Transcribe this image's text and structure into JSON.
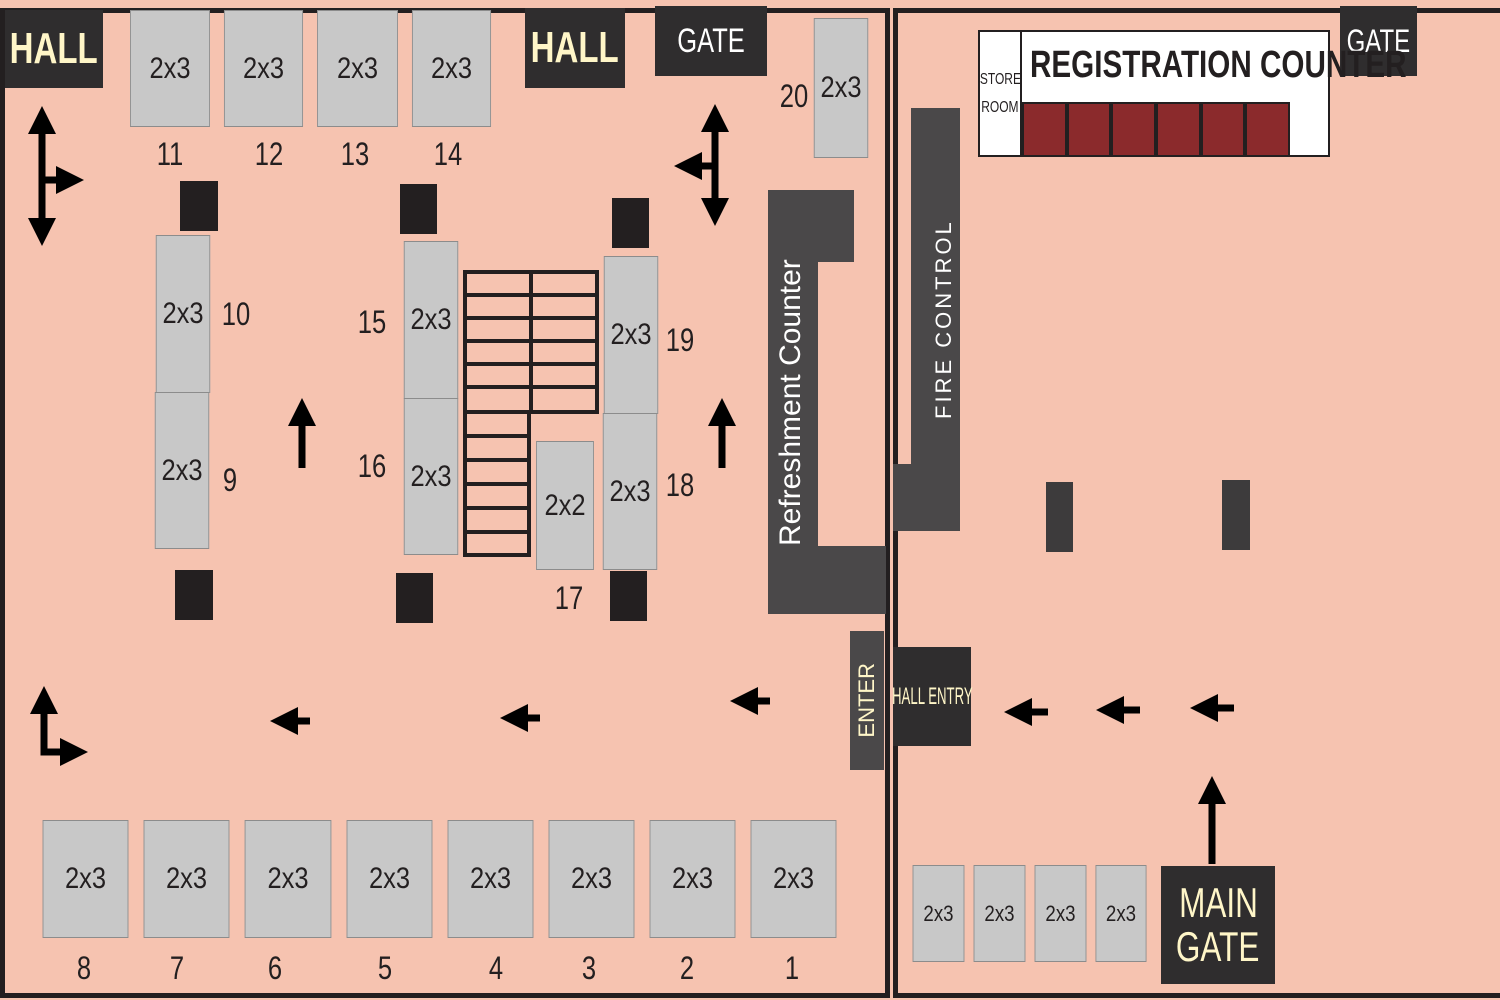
{
  "left_hall": {
    "hall_labels": [
      "HALL",
      "HALL"
    ],
    "gate_label": "GATE",
    "enter_label": "ENTER",
    "refreshment_label": "Refreshment Counter",
    "top_stalls": [
      {
        "size": "2x3",
        "number": "11"
      },
      {
        "size": "2x3",
        "number": "12"
      },
      {
        "size": "2x3",
        "number": "13"
      },
      {
        "size": "2x3",
        "number": "14"
      }
    ],
    "stall_20": {
      "size": "2x3",
      "number": "20"
    },
    "left_column": [
      {
        "size": "2x3",
        "number": "10"
      },
      {
        "size": "2x3",
        "number": "9"
      }
    ],
    "center_left_column": [
      {
        "size": "2x3",
        "number": "15"
      },
      {
        "size": "2x3",
        "number": "16"
      }
    ],
    "center_right_column": [
      {
        "size": "2x3",
        "number": "19"
      },
      {
        "size": "2x3",
        "number": "18"
      }
    ],
    "stall_17": {
      "size": "2x2",
      "number": "17"
    },
    "bottom_stalls": [
      {
        "size": "2x3",
        "number": "8"
      },
      {
        "size": "2x3",
        "number": "7"
      },
      {
        "size": "2x3",
        "number": "6"
      },
      {
        "size": "2x3",
        "number": "5"
      },
      {
        "size": "2x3",
        "number": "4"
      },
      {
        "size": "2x3",
        "number": "3"
      },
      {
        "size": "2x3",
        "number": "2"
      },
      {
        "size": "2x3",
        "number": "1"
      }
    ]
  },
  "right_area": {
    "gate_label": "GATE",
    "registration_label": "REGISTRATION COUNTER",
    "store_room_label_1": "STORE",
    "store_room_label_2": "ROOM",
    "fire_control_label": "FIRE CONTROL",
    "hall_entry_label": "HALL ENTRY",
    "main_gate_label_1": "MAIN",
    "main_gate_label_2": "GATE",
    "bottom_stalls": [
      "2x3",
      "2x3",
      "2x3",
      "2x3"
    ]
  },
  "colors": {
    "floor": "#f6c3b0",
    "stall": "#c8c8c8",
    "dark_block": "#2f2d2e",
    "pillar": "#231f20",
    "registration_desk": "#8b2a2c",
    "label_text": "#fff6c8"
  }
}
